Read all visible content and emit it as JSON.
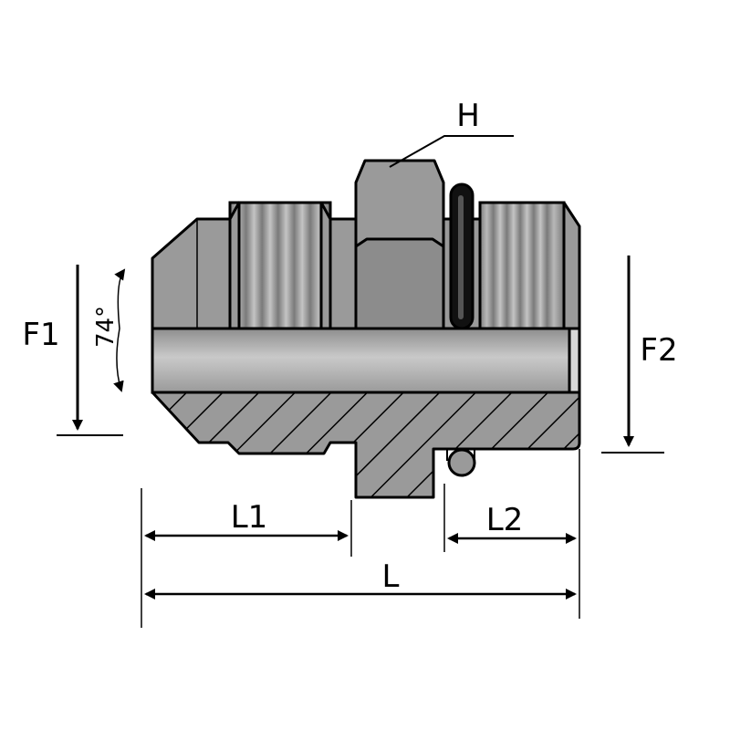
{
  "labels": {
    "h": "H",
    "f1": "F1",
    "f2": "F2",
    "angle": "74°",
    "l1": "L1",
    "l2": "L2",
    "l": "L"
  },
  "colors": {
    "outline": "#000000",
    "body": "#9a9a9a",
    "thread_dark": "#7a7a7a",
    "thread_light": "#c4c4c4",
    "bore_light": "#cfcfcf",
    "background": "#ffffff"
  }
}
